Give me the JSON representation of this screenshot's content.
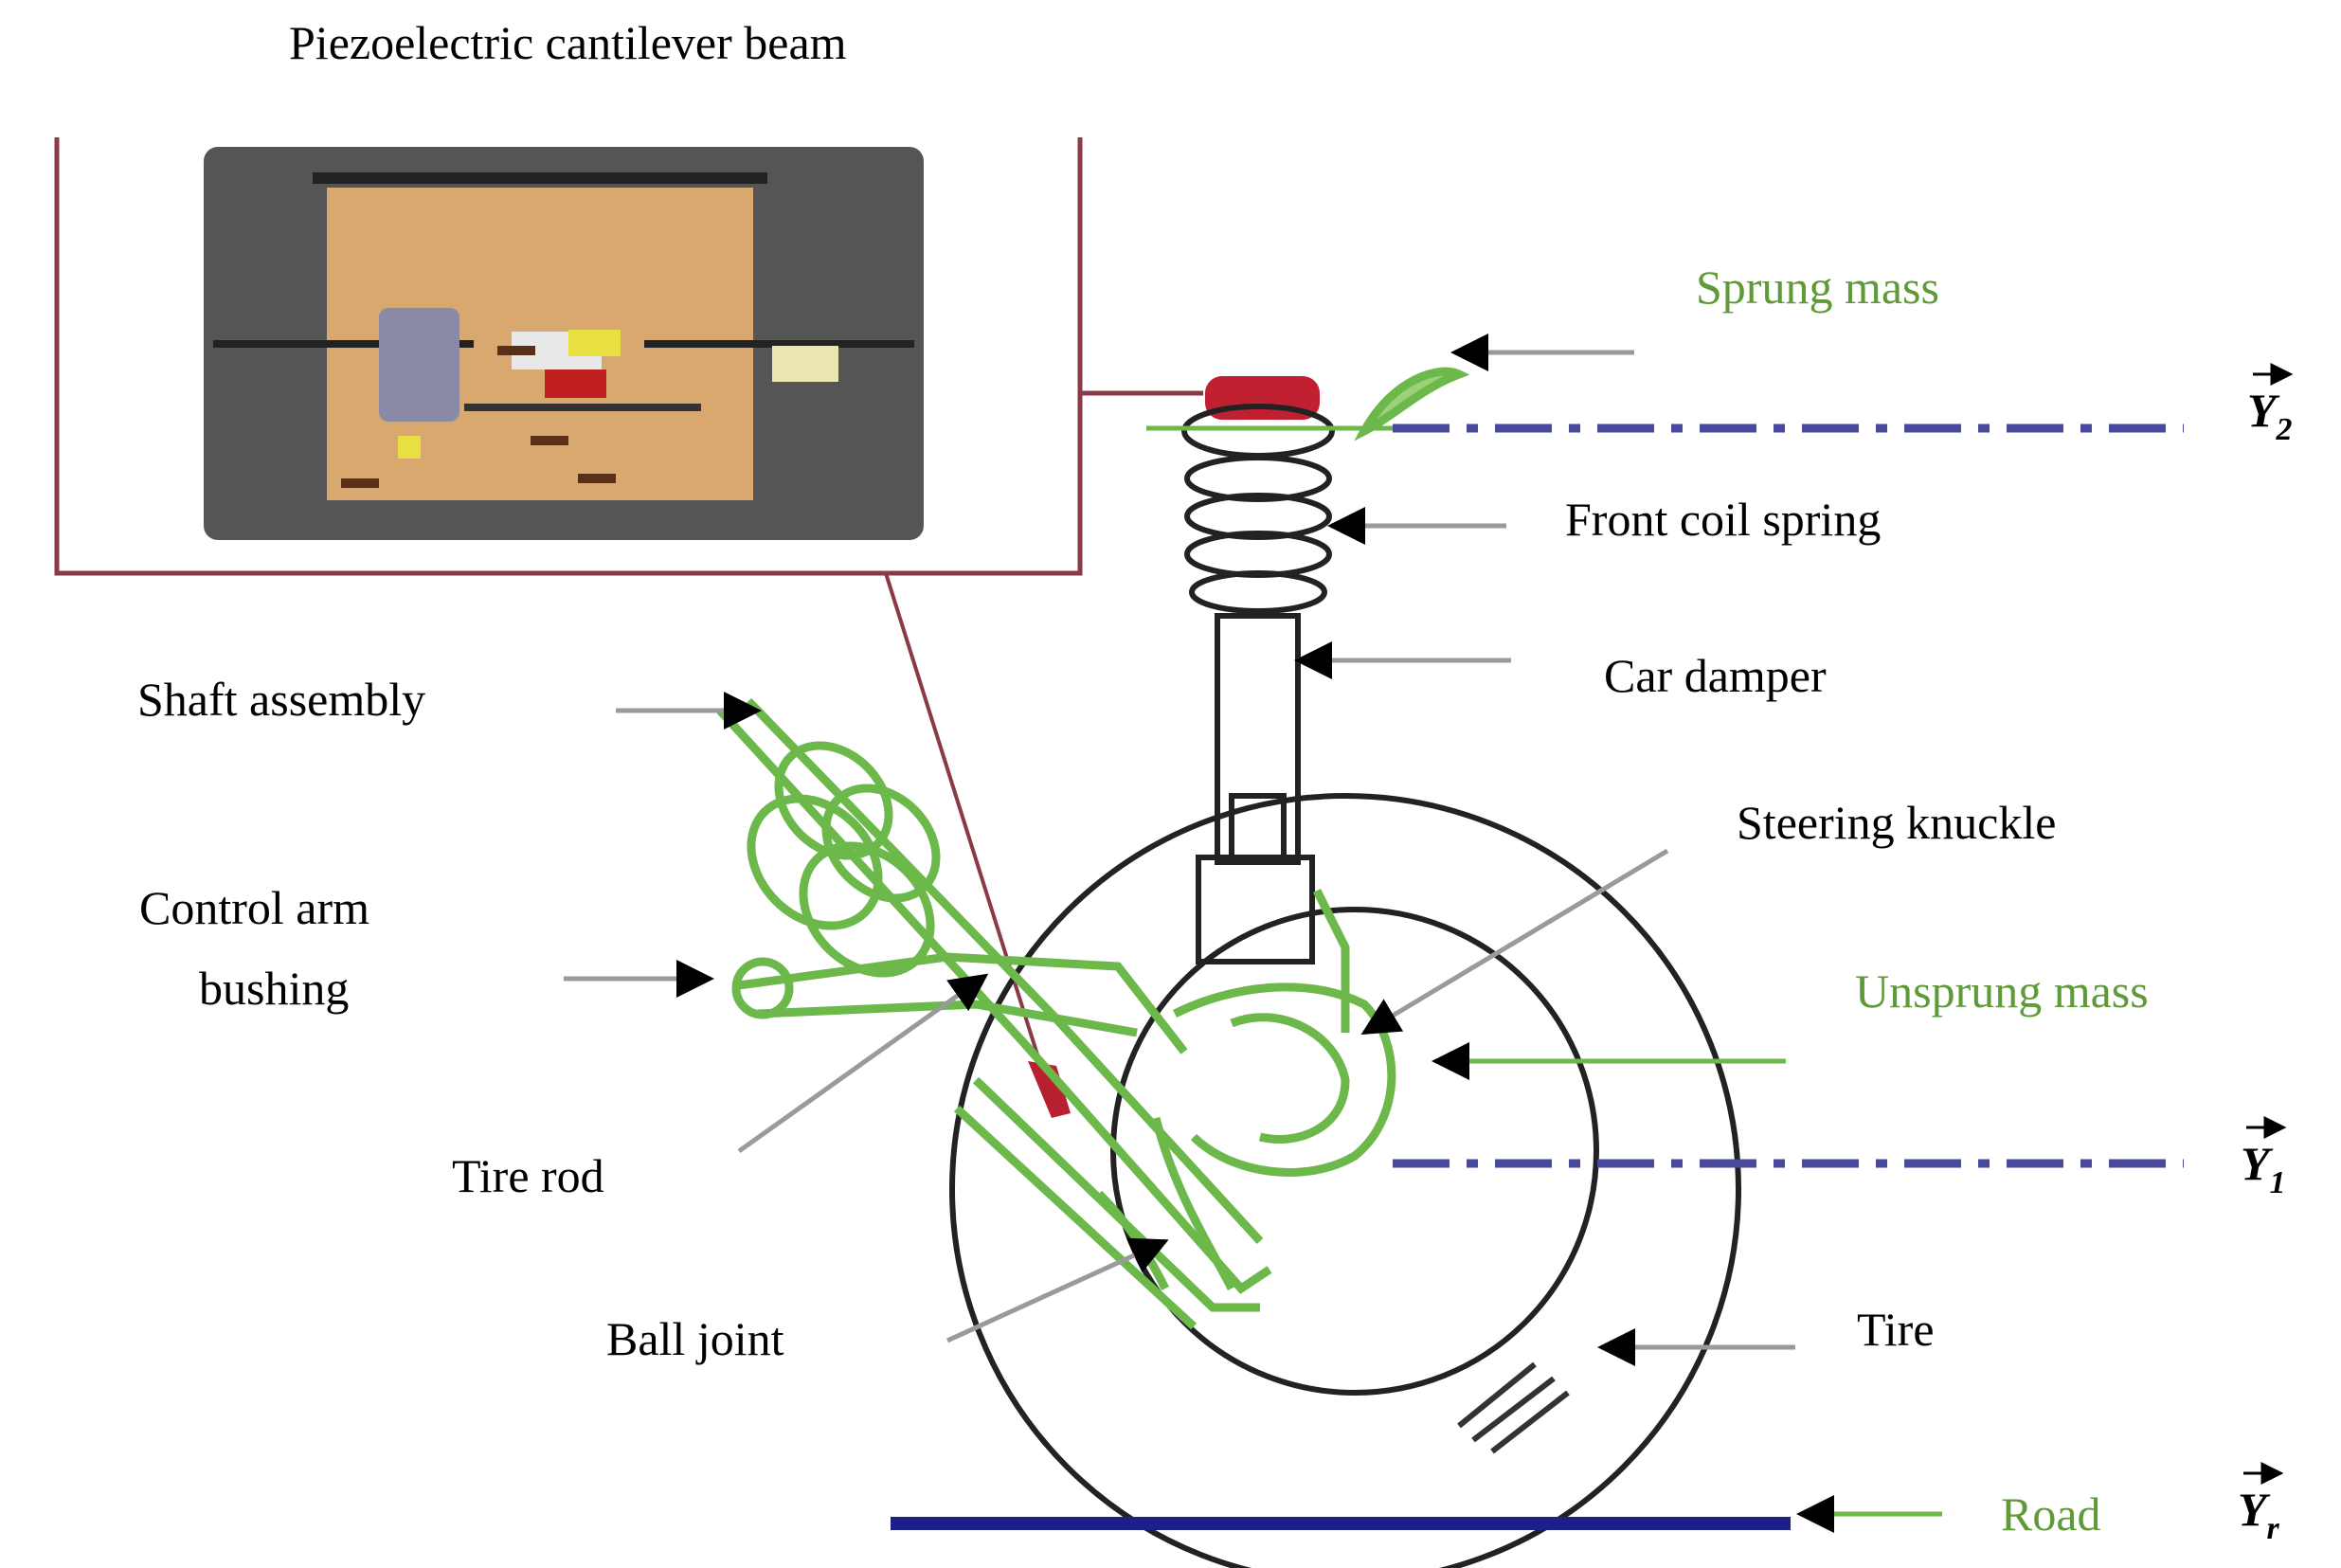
{
  "title": "Piezoelectric cantilever beam",
  "labels": {
    "sprung_mass": "Sprung mass",
    "front_coil_spring": "Front coil spring",
    "car_damper": "Car damper",
    "steering_knuckle": "Steering knuckle",
    "unsprung_mass": "Unsprung mass",
    "shaft_assembly": "Shaft assembly",
    "control_arm_line1": "Control arm",
    "control_arm_line2": "bushing",
    "tire_rod": "Tire rod",
    "ball_joint": "Ball joint",
    "tire": "Tire",
    "road": "Road"
  },
  "symbols": {
    "y2": {
      "letter": "Y",
      "sub": "2"
    },
    "y1": {
      "letter": "Y",
      "sub": "1"
    },
    "yr": {
      "letter": "Y",
      "sub": "r"
    }
  },
  "colors": {
    "green_label": "#5f9a38",
    "green_parts": "#6cb84a",
    "dash_line": "#4a4a9c",
    "road_line": "#1f1f8a",
    "inset_frame": "#8a3a44",
    "arrow_line": "#9a9a9a"
  }
}
